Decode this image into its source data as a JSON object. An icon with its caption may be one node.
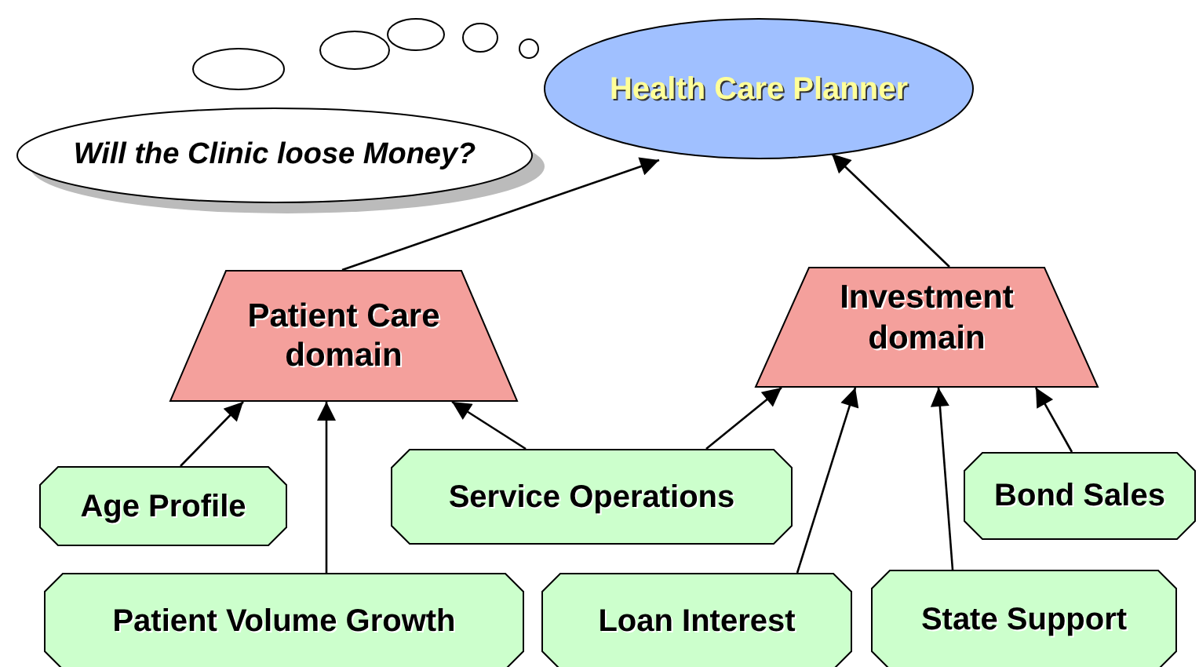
{
  "diagram": {
    "nodes": [
      {
        "text": [
          "Health Care Planner"
        ]
      },
      {
        "text": [
          "Will the Clinic loose Money?"
        ]
      },
      {
        "text": [
          "Patient Care domain"
        ]
      },
      {
        "text": [
          "Investment domain"
        ]
      },
      {
        "text": [
          "Age Profile"
        ]
      },
      {
        "text": [
          "Service Operations"
        ]
      },
      {
        "text": [
          "Bond Sales"
        ]
      },
      {
        "text": [
          "Patient Volume Growth"
        ]
      },
      {
        "text": [
          "Loan Interest"
        ]
      },
      {
        "text": [
          "State Support"
        ]
      }
    ],
    "edges": [
      {
        "from": 2,
        "to": 0,
        "arrow": "to"
      },
      {
        "from": 3,
        "to": 0,
        "arrow": "to"
      },
      {
        "from": 4,
        "to": 2,
        "arrow": "to"
      },
      {
        "from": 7,
        "to": 2,
        "arrow": "to"
      },
      {
        "from": 5,
        "to": 2,
        "arrow": "to"
      },
      {
        "from": 5,
        "to": 3,
        "arrow": "to"
      },
      {
        "from": 8,
        "to": 3,
        "arrow": "to"
      },
      {
        "from": 9,
        "to": 3,
        "arrow": "to"
      },
      {
        "from": 6,
        "to": 3,
        "arrow": "to"
      }
    ]
  }
}
